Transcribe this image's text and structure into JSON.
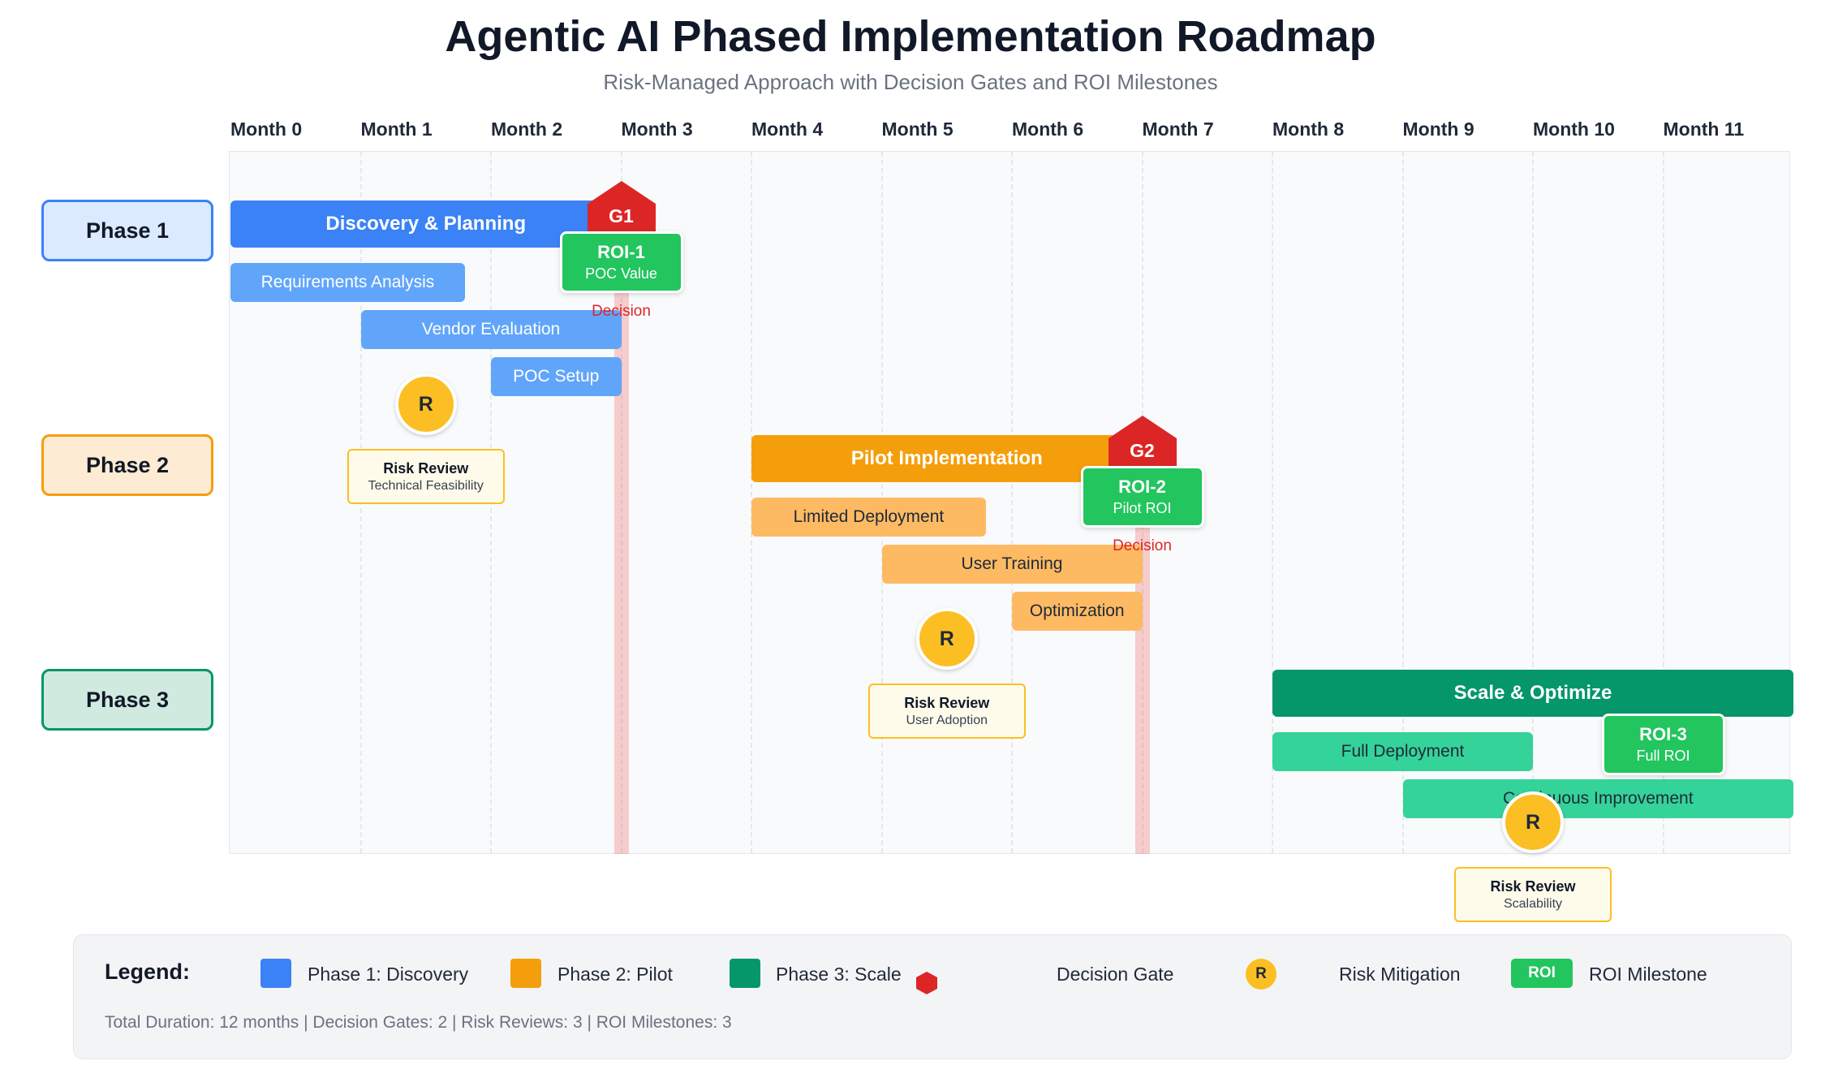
{
  "title": "Agentic AI Phased Implementation Roadmap",
  "subtitle": "Risk-Managed Approach with Decision Gates and ROI Milestones",
  "months": [
    "Month 0",
    "Month 1",
    "Month 2",
    "Month 3",
    "Month 4",
    "Month 5",
    "Month 6",
    "Month 7",
    "Month 8",
    "Month 9",
    "Month 10",
    "Month 11"
  ],
  "colors": {
    "phase1": "#3b82f6",
    "phase1_light": "#60a5fa",
    "phase1_bg": "#dbeafe",
    "phase2": "#f59e0b",
    "phase2_light": "#fdba63",
    "phase2_bg": "#fdebd3",
    "phase3": "#059669",
    "phase3_light": "#34d399",
    "phase3_bg": "#d1eadf",
    "gate": "#dc2626",
    "roi": "#22c55e",
    "risk": "#fbbf24"
  },
  "phases": [
    {
      "label": "Phase 1",
      "main_task": {
        "label": "Discovery & Planning",
        "start": 0,
        "end": 3
      },
      "subtasks": [
        {
          "label": "Requirements Analysis",
          "start": 0,
          "end": 1.8
        },
        {
          "label": "Vendor Evaluation",
          "start": 1,
          "end": 3
        },
        {
          "label": "POC Setup",
          "start": 2,
          "end": 3
        }
      ],
      "gate": {
        "label": "G1",
        "month": 3,
        "decision_label": "Decision"
      },
      "roi": {
        "title": "ROI-1",
        "subtitle": "POC Value",
        "month": 3
      },
      "risk": {
        "symbol": "R",
        "title": "Risk Review",
        "subtitle": "Technical Feasibility",
        "month": 1.5
      }
    },
    {
      "label": "Phase 2",
      "main_task": {
        "label": "Pilot Implementation",
        "start": 4,
        "end": 7
      },
      "subtasks": [
        {
          "label": "Limited Deployment",
          "start": 4,
          "end": 5.8
        },
        {
          "label": "User Training",
          "start": 5,
          "end": 7
        },
        {
          "label": "Optimization",
          "start": 6,
          "end": 7
        }
      ],
      "gate": {
        "label": "G2",
        "month": 7,
        "decision_label": "Decision"
      },
      "roi": {
        "title": "ROI-2",
        "subtitle": "Pilot ROI",
        "month": 7
      },
      "risk": {
        "symbol": "R",
        "title": "Risk Review",
        "subtitle": "User Adoption",
        "month": 5.5
      }
    },
    {
      "label": "Phase 3",
      "main_task": {
        "label": "Scale & Optimize",
        "start": 8,
        "end": 12
      },
      "subtasks": [
        {
          "label": "Full Deployment",
          "start": 8,
          "end": 10
        },
        {
          "label": "Continuous Improvement",
          "start": 9,
          "end": 12
        }
      ],
      "roi": {
        "title": "ROI-3",
        "subtitle": "Full ROI",
        "month": 11
      },
      "risk": {
        "symbol": "R",
        "title": "Risk Review",
        "subtitle": "Scalability",
        "month": 10
      }
    }
  ],
  "legend": {
    "title": "Legend:",
    "phase1": "Phase 1: Discovery",
    "phase2": "Phase 2: Pilot",
    "phase3": "Phase 3: Scale",
    "gate": "Decision Gate",
    "risk_symbol": "R",
    "risk": "Risk Mitigation",
    "roi_badge": "ROI",
    "roi": "ROI Milestone",
    "summary": "Total Duration: 12 months | Decision Gates: 2 | Risk Reviews: 3 | ROI Milestones: 3"
  }
}
